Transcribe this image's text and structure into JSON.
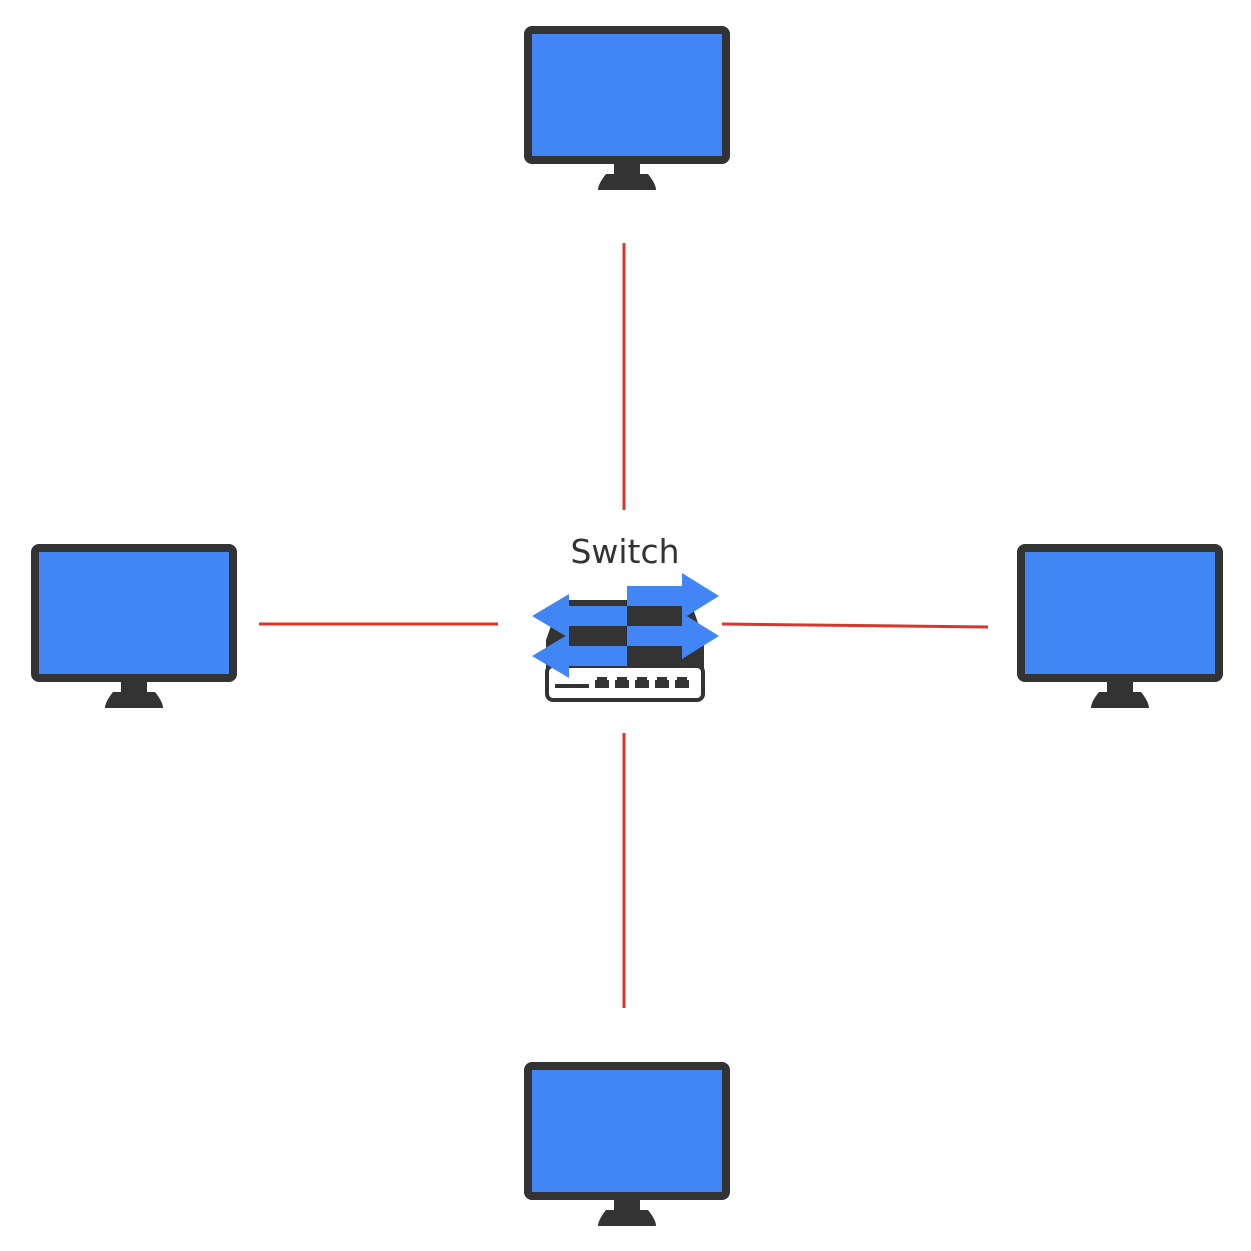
{
  "switch": {
    "label": "Switch",
    "icon": "network-switch-icon"
  },
  "computers": [
    {
      "position": "top",
      "icon": "monitor-icon"
    },
    {
      "position": "left",
      "icon": "monitor-icon"
    },
    {
      "position": "right",
      "icon": "monitor-icon"
    },
    {
      "position": "bottom",
      "icon": "monitor-icon"
    }
  ],
  "colors": {
    "screen": "#4285F4",
    "frame": "#333333",
    "link": "#D9362B",
    "arrow": "#4285F4"
  }
}
